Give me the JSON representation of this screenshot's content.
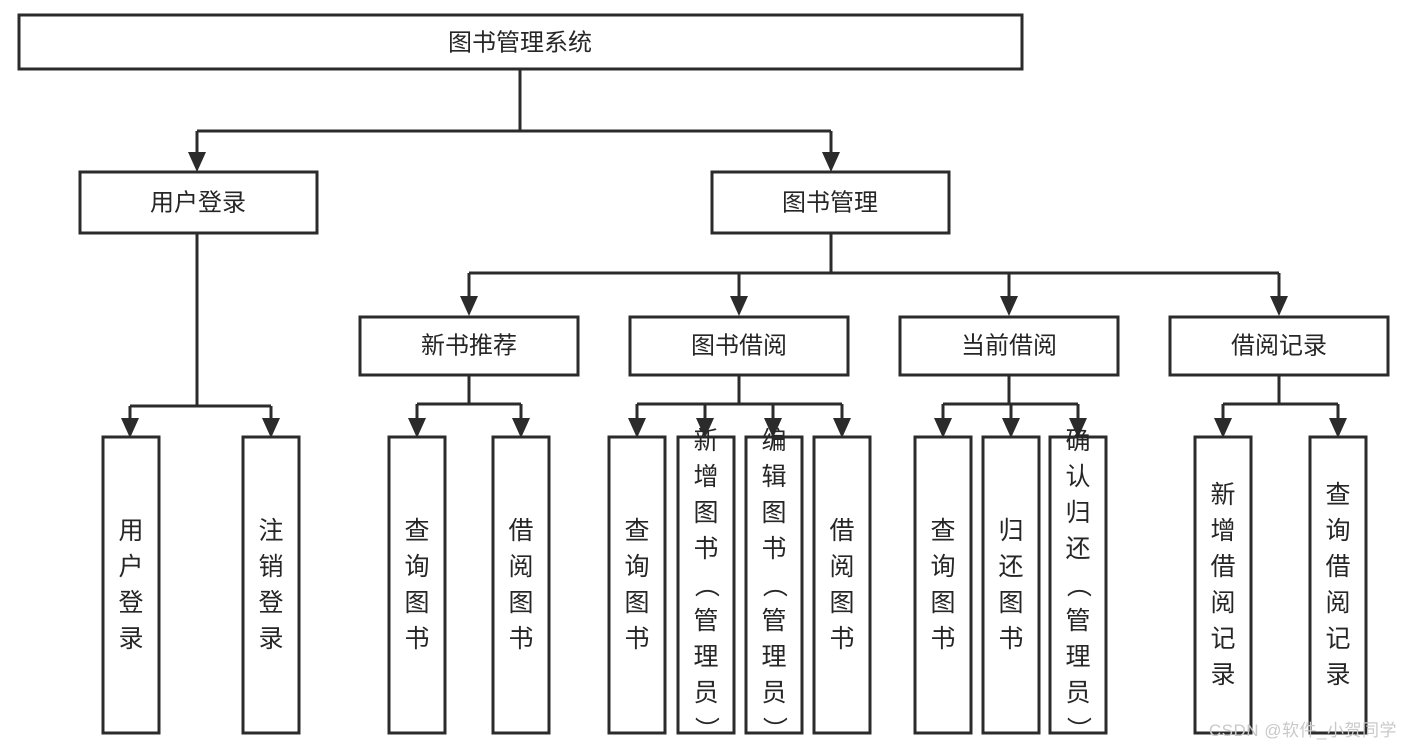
{
  "diagram": {
    "type": "tree-hierarchy",
    "title": "图书管理系统",
    "watermark": "CSDN @软件_小贺同学",
    "colors": {
      "stroke": "#2b2b2b",
      "fill": "#ffffff",
      "text": "#262626",
      "watermark": "#c9c9c9"
    },
    "levels": {
      "root": {
        "label": "图书管理系统"
      },
      "level2": [
        {
          "id": "user-login",
          "label": "用户登录"
        },
        {
          "id": "book-manage",
          "label": "图书管理"
        }
      ],
      "level3": [
        {
          "id": "new-book-recommend",
          "label": "新书推荐",
          "parent": "book-manage"
        },
        {
          "id": "book-borrow",
          "label": "图书借阅",
          "parent": "book-manage"
        },
        {
          "id": "current-borrow",
          "label": "当前借阅",
          "parent": "book-manage"
        },
        {
          "id": "borrow-record",
          "label": "借阅记录",
          "parent": "book-manage"
        }
      ],
      "leaves": [
        {
          "id": "leaf-user-login",
          "label": "用户登录",
          "parent": "user-login"
        },
        {
          "id": "leaf-logout-login",
          "label": "注销登录",
          "parent": "user-login"
        },
        {
          "id": "leaf-query-book-1",
          "label": "查询图书",
          "parent": "new-book-recommend"
        },
        {
          "id": "leaf-borrow-book-1",
          "label": "借阅图书",
          "parent": "new-book-recommend"
        },
        {
          "id": "leaf-query-book-2",
          "label": "查询图书",
          "parent": "book-borrow"
        },
        {
          "id": "leaf-add-book",
          "label": "新增图书（管理员）",
          "parent": "book-borrow"
        },
        {
          "id": "leaf-edit-book",
          "label": "编辑图书（管理员）",
          "parent": "book-borrow"
        },
        {
          "id": "leaf-borrow-book-2",
          "label": "借阅图书",
          "parent": "book-borrow"
        },
        {
          "id": "leaf-query-book-3",
          "label": "查询图书",
          "parent": "current-borrow"
        },
        {
          "id": "leaf-return-book",
          "label": "归还图书",
          "parent": "current-borrow"
        },
        {
          "id": "leaf-confirm-return",
          "label": "确认归还（管理员）",
          "parent": "current-borrow"
        },
        {
          "id": "leaf-add-record",
          "label": "新增借阅记录",
          "parent": "borrow-record"
        },
        {
          "id": "leaf-query-record",
          "label": "查询借阅记录",
          "parent": "borrow-record"
        }
      ]
    }
  }
}
